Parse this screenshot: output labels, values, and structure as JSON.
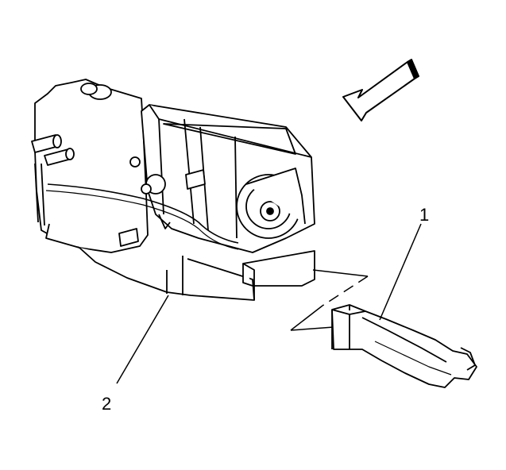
{
  "callouts": {
    "one": "1",
    "two": "2"
  },
  "parts": {
    "hvac_module_icon": "hvac-module-assembly",
    "duct_icon": "floor-air-outlet-duct",
    "arrow_icon": "vehicle-front-direction-arrow"
  },
  "colors": {
    "line": "#000000",
    "background": "#ffffff"
  }
}
